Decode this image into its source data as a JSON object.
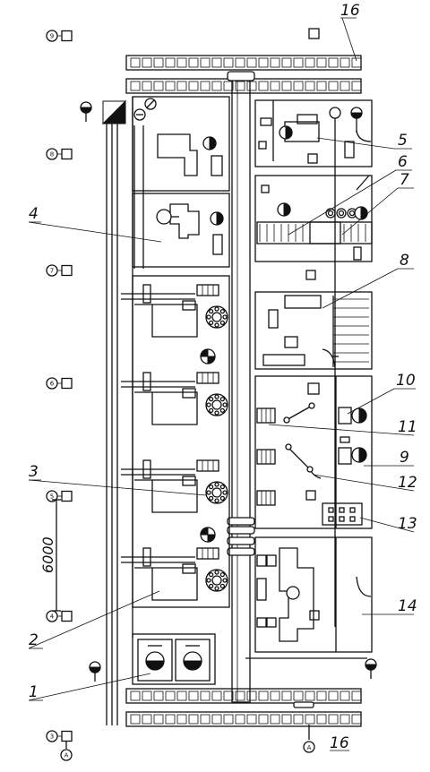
{
  "labels": {
    "l1": "1",
    "l2": "2",
    "l3": "3",
    "l4": "4",
    "l5": "5",
    "l6": "6",
    "l7": "7",
    "l8": "8",
    "l9": "9",
    "l10": "10",
    "l11": "11",
    "l12": "12",
    "l13": "13",
    "l14": "14",
    "l16_top": "16",
    "l16_bottom": "16"
  },
  "axes": {
    "a9": "9",
    "a8": "8",
    "a7": "7",
    "a6": "6",
    "a5": "5",
    "a4": "4",
    "a3": "3",
    "aA1": "A",
    "aA2": "A"
  },
  "dimension": "6000"
}
